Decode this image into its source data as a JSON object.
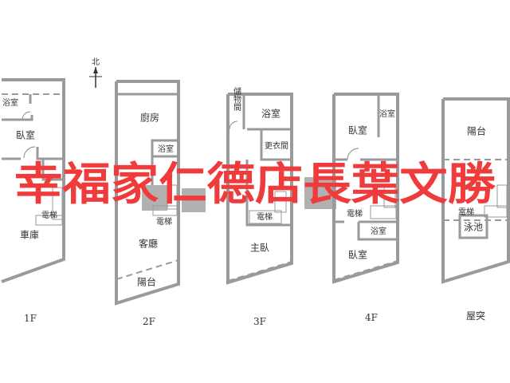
{
  "north_label": "北",
  "floors": [
    {
      "label": "1F",
      "rooms": [
        "浴室",
        "臥室",
        "電梯",
        "車庫"
      ]
    },
    {
      "label": "2F",
      "rooms": [
        "廚房",
        "浴室",
        "電梯",
        "客廳",
        "陽台"
      ]
    },
    {
      "label": "3F",
      "rooms": [
        "儲物間",
        "浴室",
        "更衣間",
        "電梯",
        "主臥"
      ]
    },
    {
      "label": "4F",
      "rooms": [
        "臥室",
        "浴室",
        "電梯",
        "浴室",
        "臥室"
      ]
    },
    {
      "label": "屋突",
      "rooms": [
        "陽台",
        "電梯",
        "泳池"
      ]
    }
  ],
  "watermark": "幸福家仁德店長葉文勝",
  "colors": {
    "walls": "#9a9a9a",
    "watermark": "#ef3b3b"
  }
}
